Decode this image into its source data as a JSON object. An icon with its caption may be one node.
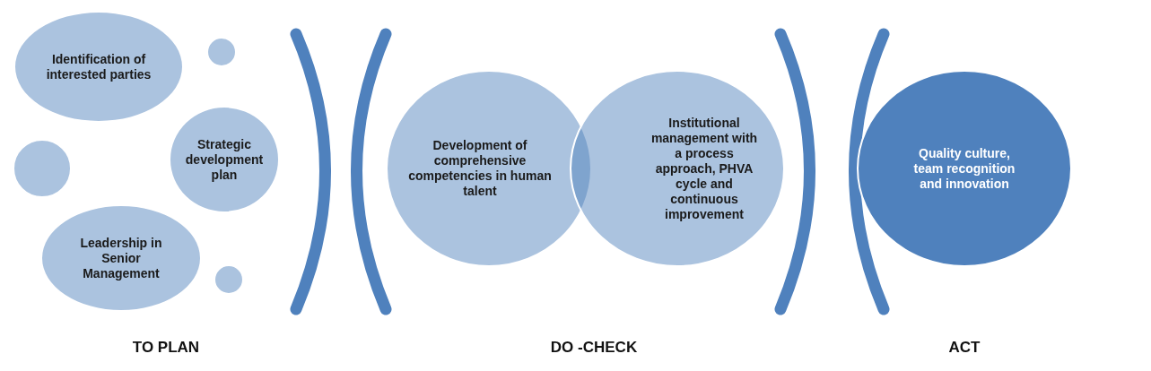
{
  "diagram": {
    "nodes": [
      {
        "text": [
          "Identification of interested parties"
        ]
      },
      {
        "text": [],
        "shape": "circle"
      },
      {
        "text": [],
        "shape": "circle"
      },
      {
        "text": [
          "Strategic development plan"
        ]
      },
      {
        "text": [
          "Leadership in Senior Management"
        ]
      },
      {
        "text": [],
        "shape": "circle"
      },
      {
        "text": [
          "Development of comprehensive competencies in human talent"
        ]
      },
      {
        "text": [
          "Institutional management with a process approach, PHVA cycle and continuous improvement"
        ]
      },
      {
        "text": [
          "Quality culture, team recognition and innovation"
        ]
      }
    ],
    "edges": [],
    "labels": [
      "TO PLAN",
      "DO -CHECK",
      "ACT"
    ]
  }
}
